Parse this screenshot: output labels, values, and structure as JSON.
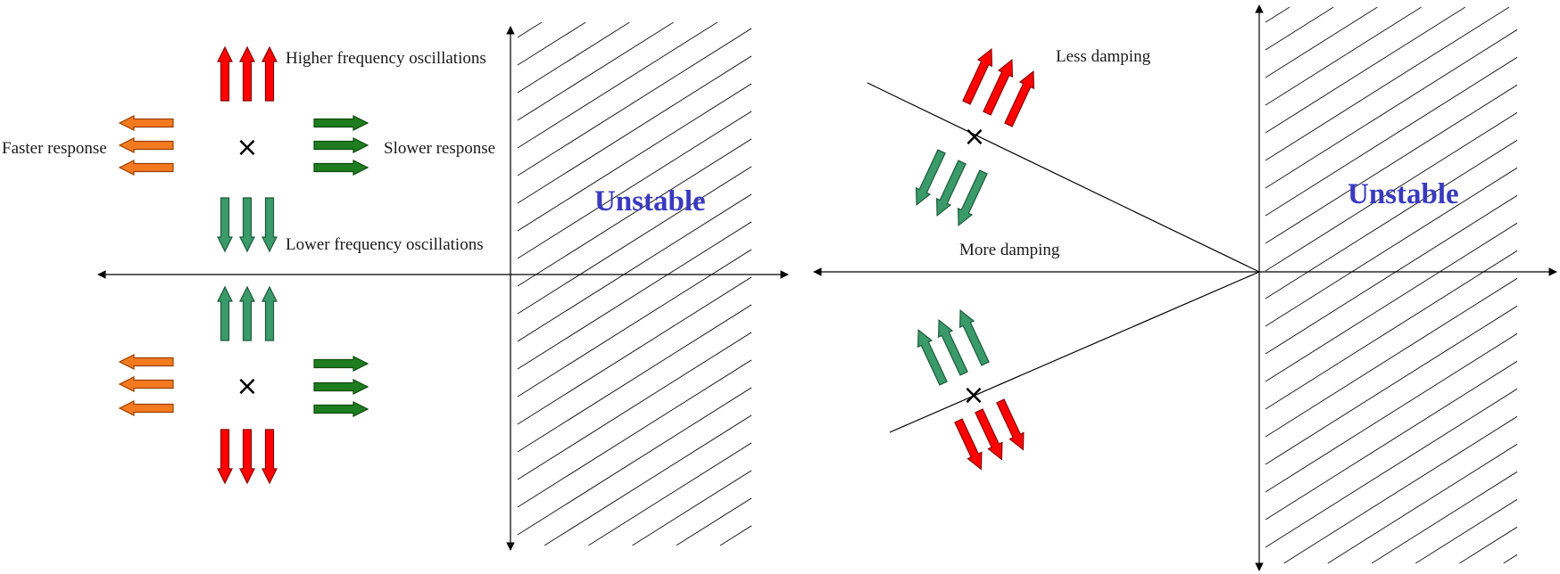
{
  "colors": {
    "red": "#ff0000",
    "red_edge": "#8b0000",
    "orange": "#f47a20",
    "orange_edge": "#9a3f00",
    "dark_green": "#1e7d1e",
    "dark_green_edge": "#0f4a0f",
    "teal_green": "#3a9a6a",
    "teal_green_edge": "#1f5a3c",
    "unstable": "#3a3ac0",
    "line": "#000000"
  },
  "left_plane": {
    "higher_freq": "Higher  frequency oscillations",
    "lower_freq": "Lower frequency oscillations",
    "faster": "Faster response",
    "slower": "Slower response",
    "unstable": "Unstable",
    "pole_marker": "×"
  },
  "right_plane": {
    "less_damping": "Less  damping",
    "more_damping": "More damping",
    "unstable": "Unstable",
    "pole_marker": "×"
  }
}
